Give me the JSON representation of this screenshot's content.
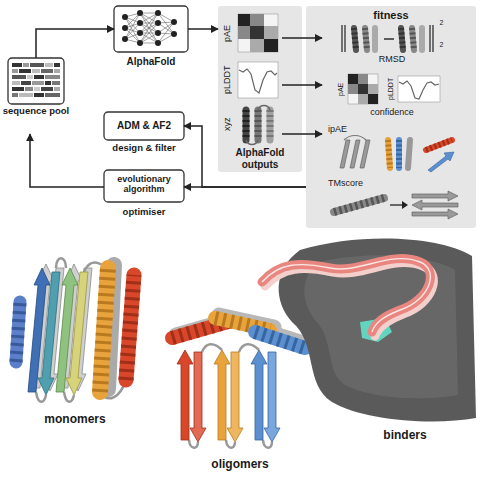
{
  "diagram": {
    "nodes": [
      {
        "text": [
          "sequence pool"
        ]
      },
      {
        "text": [
          "AlphaFold"
        ]
      },
      {
        "text": [
          "AlphaFold outputs"
        ]
      },
      {
        "text": [
          "pAE"
        ],
        "in": 2
      },
      {
        "text": [
          "pLDDT"
        ],
        "in": 2
      },
      {
        "text": [
          "xyz"
        ],
        "in": 2
      },
      {
        "text": [
          "fitness"
        ]
      },
      {
        "text": [
          "RMSD"
        ],
        "in": 6
      },
      {
        "text": [
          "confidence"
        ],
        "in": 6
      },
      {
        "text": [
          "ipAE"
        ],
        "in": 6
      },
      {
        "text": [
          "TMscore"
        ],
        "in": 6
      },
      {
        "text": [
          "ADM & AF2",
          "design & filter"
        ]
      },
      {
        "text": [
          "evolutionary algorithm",
          "optimiser"
        ]
      }
    ],
    "edges": [
      {
        "from": 0,
        "to": 1,
        "arrow": "to"
      },
      {
        "from": 1,
        "to": 2,
        "arrow": "to"
      },
      {
        "from": 3,
        "to": 7,
        "arrow": "to"
      },
      {
        "from": 4,
        "to": 8,
        "arrow": "to"
      },
      {
        "from": 5,
        "to": 9,
        "arrow": "to"
      },
      {
        "from": 6,
        "to": 12,
        "arrow": "to"
      },
      {
        "from": 6,
        "to": 11,
        "arrow": "to"
      },
      {
        "from": 12,
        "to": 0,
        "arrow": "to"
      }
    ],
    "labels": [
      "2",
      "2",
      "pAE",
      "pLDDT",
      "monomers",
      "oligomers",
      "binders"
    ]
  }
}
